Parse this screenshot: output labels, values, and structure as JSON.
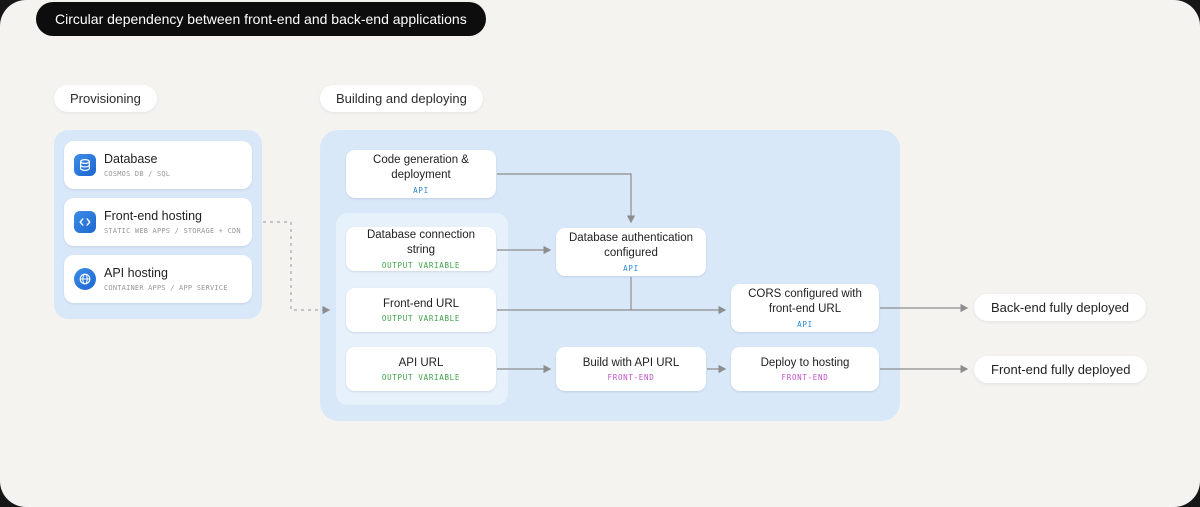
{
  "title_badge": "Circular dependency between front-end and back-end applications",
  "provisioning": {
    "label": "Provisioning",
    "items": [
      {
        "title": "Database",
        "subtitle": "COSMOS DB / SQL",
        "icon": "database-icon"
      },
      {
        "title": "Front-end hosting",
        "subtitle": "STATIC WEB APPS / STORAGE + CDN",
        "icon": "code-icon"
      },
      {
        "title": "API hosting",
        "subtitle": "CONTAINER APPS / APP SERVICE",
        "icon": "globe-icon"
      }
    ]
  },
  "building": {
    "label": "Building and deploying",
    "nodes": {
      "code_generation": {
        "title": "Code generation & deployment",
        "tag": "API"
      },
      "database_connection_string": {
        "title": "Database connection string",
        "tag": "OUTPUT VARIABLE"
      },
      "front_end_url": {
        "title": "Front-end URL",
        "tag": "OUTPUT VARIABLE"
      },
      "api_url": {
        "title": "API URL",
        "tag": "OUTPUT VARIABLE"
      },
      "database_auth": {
        "title": "Database authentication configured",
        "tag": "API"
      },
      "cors": {
        "title": "CORS configured with front-end URL",
        "tag": "API"
      },
      "build_with_api_url": {
        "title": "Build with API URL",
        "tag": "FRONT-END"
      },
      "deploy_to_hosting": {
        "title": "Deploy to hosting",
        "tag": "FRONT-END"
      }
    }
  },
  "outcomes": {
    "back_end": "Back-end fully deployed",
    "front_end": "Front-end fully deployed"
  },
  "colors": {
    "tag_api": "#2b87d8",
    "tag_output_variable": "#3da048",
    "tag_front_end": "#c050c8",
    "panel_blue": "#d9e8f8",
    "arrow": "#8d8d8d"
  }
}
